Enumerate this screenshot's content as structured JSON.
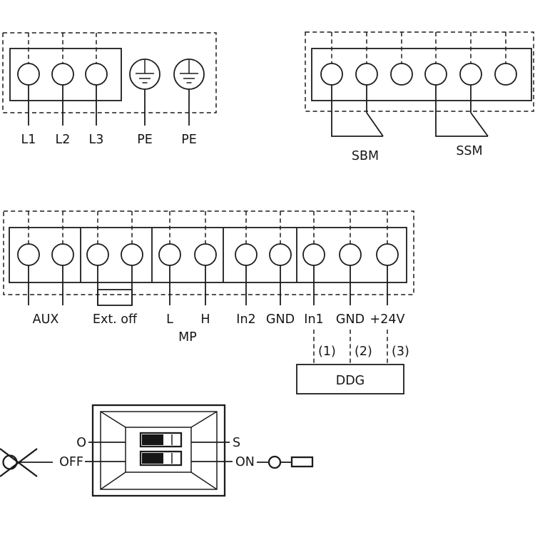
{
  "mains_block": {
    "terminals": [
      "L1",
      "L2",
      "L3"
    ],
    "pe_labels": [
      "PE",
      "PE"
    ]
  },
  "relay_block": {
    "sbm_label": "SBM",
    "ssm_label": "SSM"
  },
  "control_block": {
    "terminals": [
      "AUX",
      "Ext. off",
      "L",
      "H",
      "In2",
      "GND",
      "In1",
      "GND",
      "+24V"
    ],
    "mp_label": "MP",
    "sensor_pins": [
      "(1)",
      "(2)",
      "(3)"
    ],
    "sensor_box_label": "DDG"
  },
  "dip_switch": {
    "top_left_label": "O",
    "top_right_label": "S",
    "bottom_left_label": "OFF",
    "bottom_right_label": "ON"
  }
}
